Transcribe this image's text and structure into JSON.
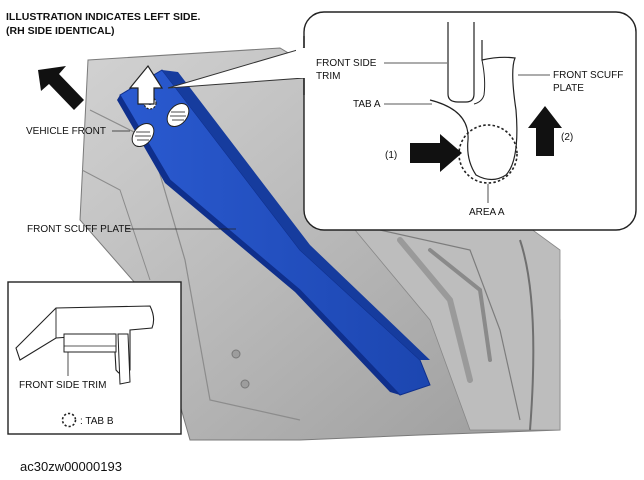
{
  "header": {
    "line1": "ILLUSTRATION INDICATES LEFT SIDE.",
    "line2": "(RH SIDE IDENTICAL)"
  },
  "labels": {
    "vehicle_front": "VEHICLE FRONT",
    "front_scuff_plate": "FRONT SCUFF PLATE"
  },
  "detail_view": {
    "front_side_trim_l1": "FRONT SIDE",
    "front_side_trim_l2": "TRIM",
    "front_scuff_plate_l1": "FRONT SCUFF",
    "front_scuff_plate_l2": "PLATE",
    "tab_a": "TAB A",
    "step_1": "(1)",
    "step_2": "(2)",
    "area_a": "AREA A"
  },
  "inset": {
    "front_side_trim": "FRONT SIDE TRIM",
    "legend_tab_b": ": TAB B"
  },
  "figure_id": "ac30zw00000193",
  "colors": {
    "scuff_plate": "#1f4fc4",
    "scuff_plate_dark": "#0f2f8c",
    "body_gray": "#a9a9a9",
    "floor_gray": "#c4c4c4",
    "arrow": "#111111"
  }
}
